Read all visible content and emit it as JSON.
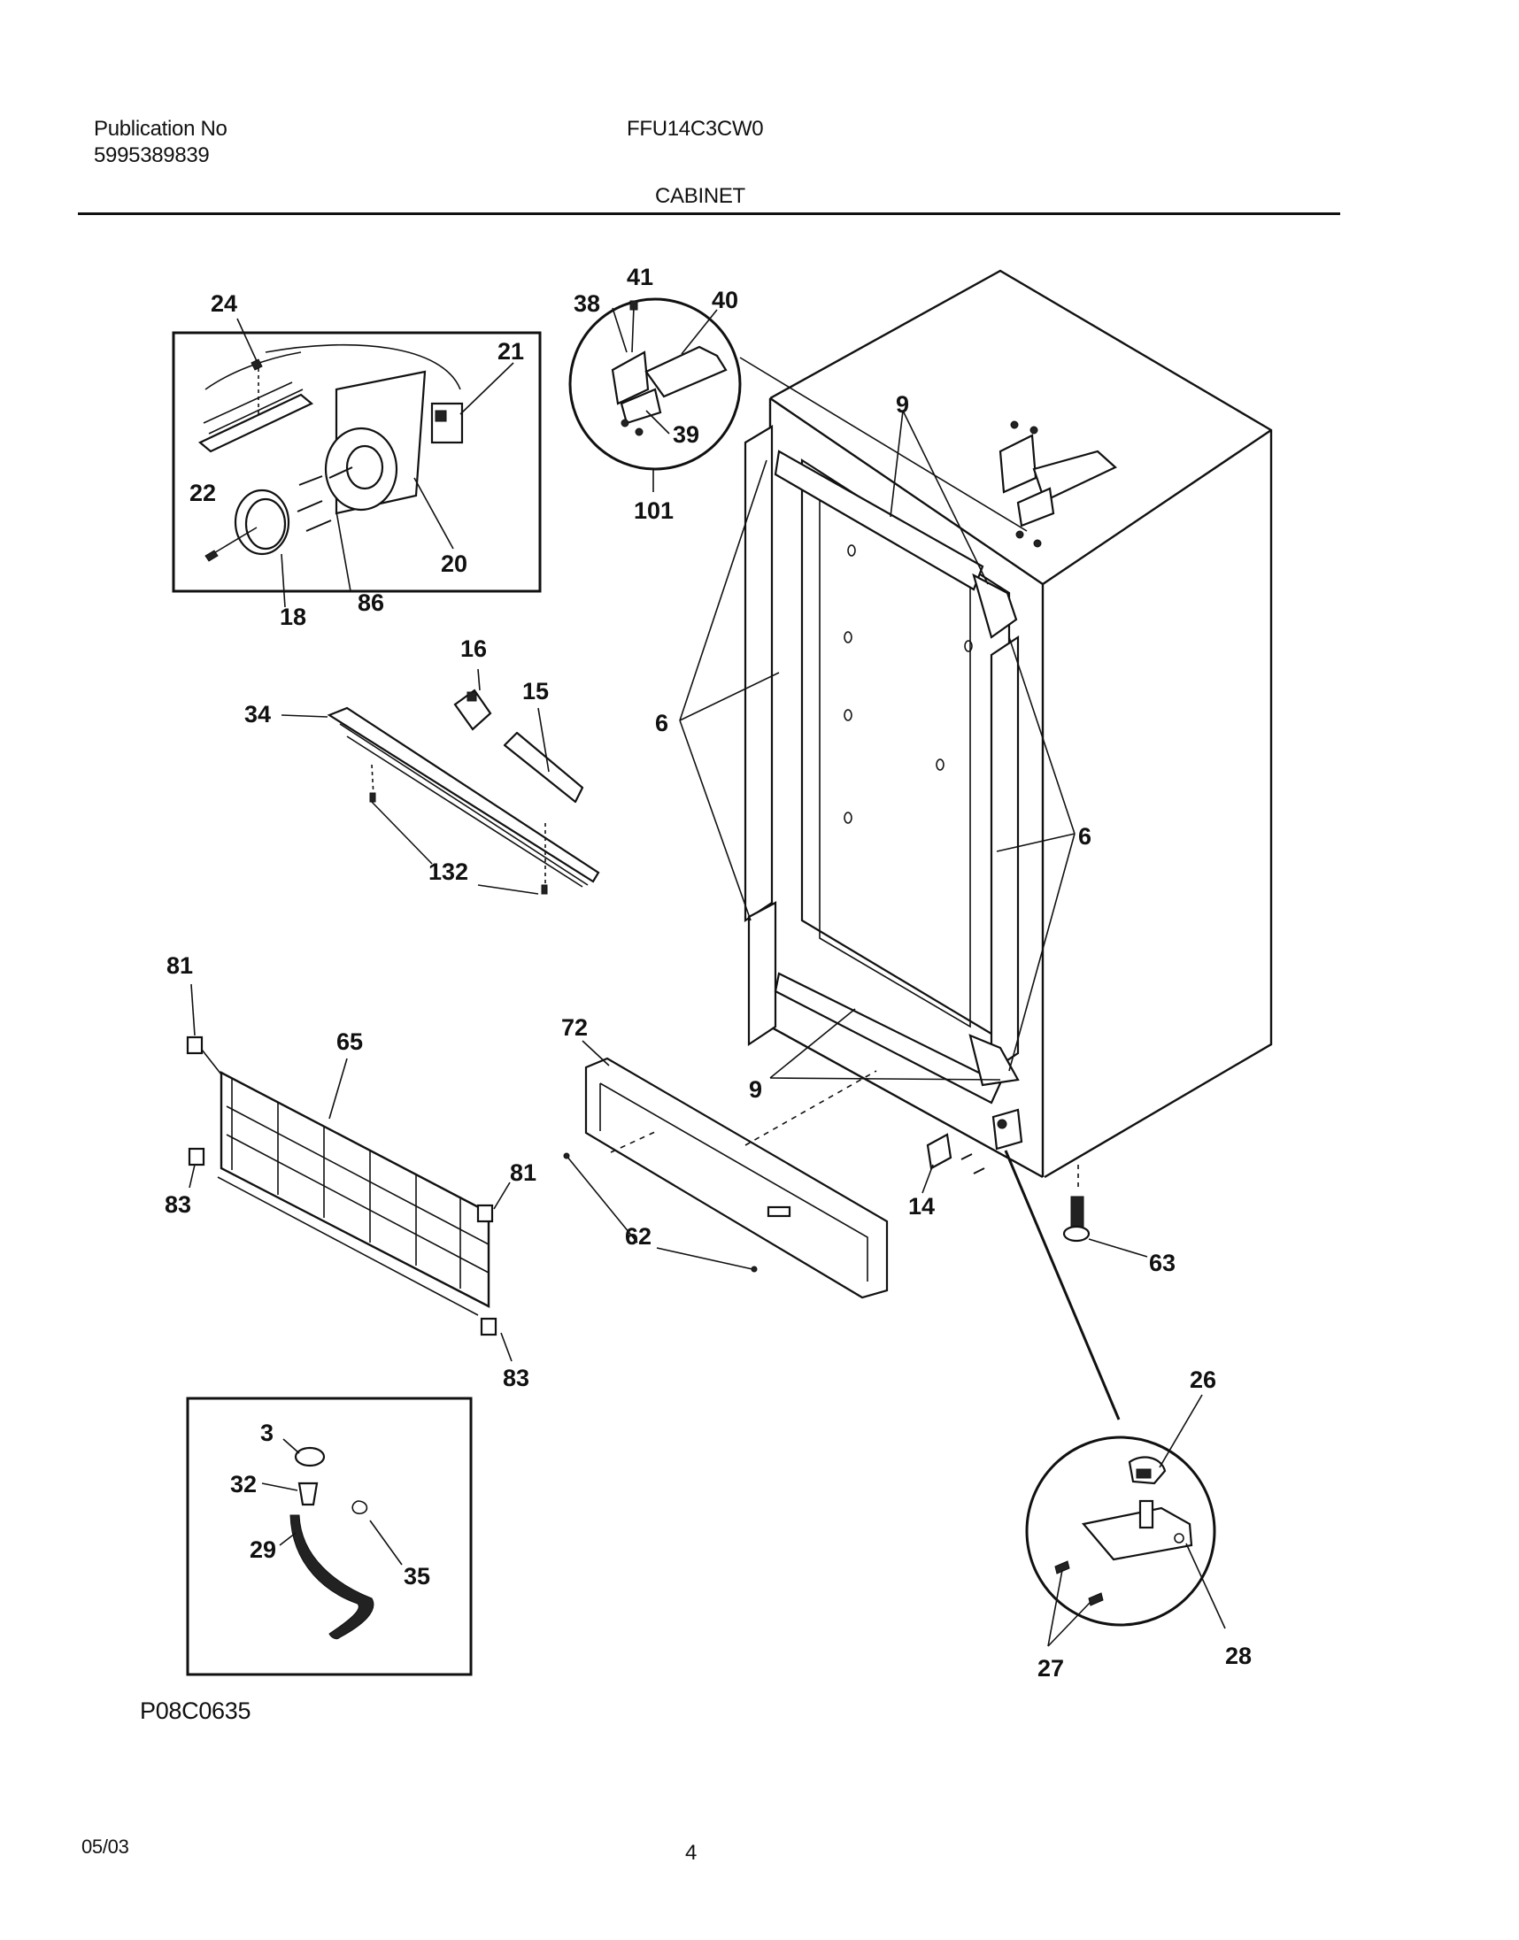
{
  "header": {
    "publication_label": "Publication No",
    "publication_number": "5995389839",
    "model": "FFU14C3CW0",
    "section": "CABINET"
  },
  "footer": {
    "drawing_code": "P08C0635",
    "date": "05/03",
    "page_number": "4"
  },
  "callouts": {
    "c24": "24",
    "c21": "21",
    "c22": "22",
    "c20": "20",
    "c18": "18",
    "c86": "86",
    "c41": "41",
    "c38": "38",
    "c40": "40",
    "c39": "39",
    "c101": "101",
    "c9a": "9",
    "c6a": "6",
    "c6b": "6",
    "c9b": "9",
    "c16": "16",
    "c15": "15",
    "c34": "34",
    "c132": "132",
    "c81a": "81",
    "c65": "65",
    "c83a": "83",
    "c81b": "81",
    "c83b": "83",
    "c72": "72",
    "c62": "62",
    "c14": "14",
    "c63": "63",
    "c26": "26",
    "c27": "27",
    "c28": "28",
    "c3": "3",
    "c32": "32",
    "c29": "29",
    "c35": "35"
  }
}
